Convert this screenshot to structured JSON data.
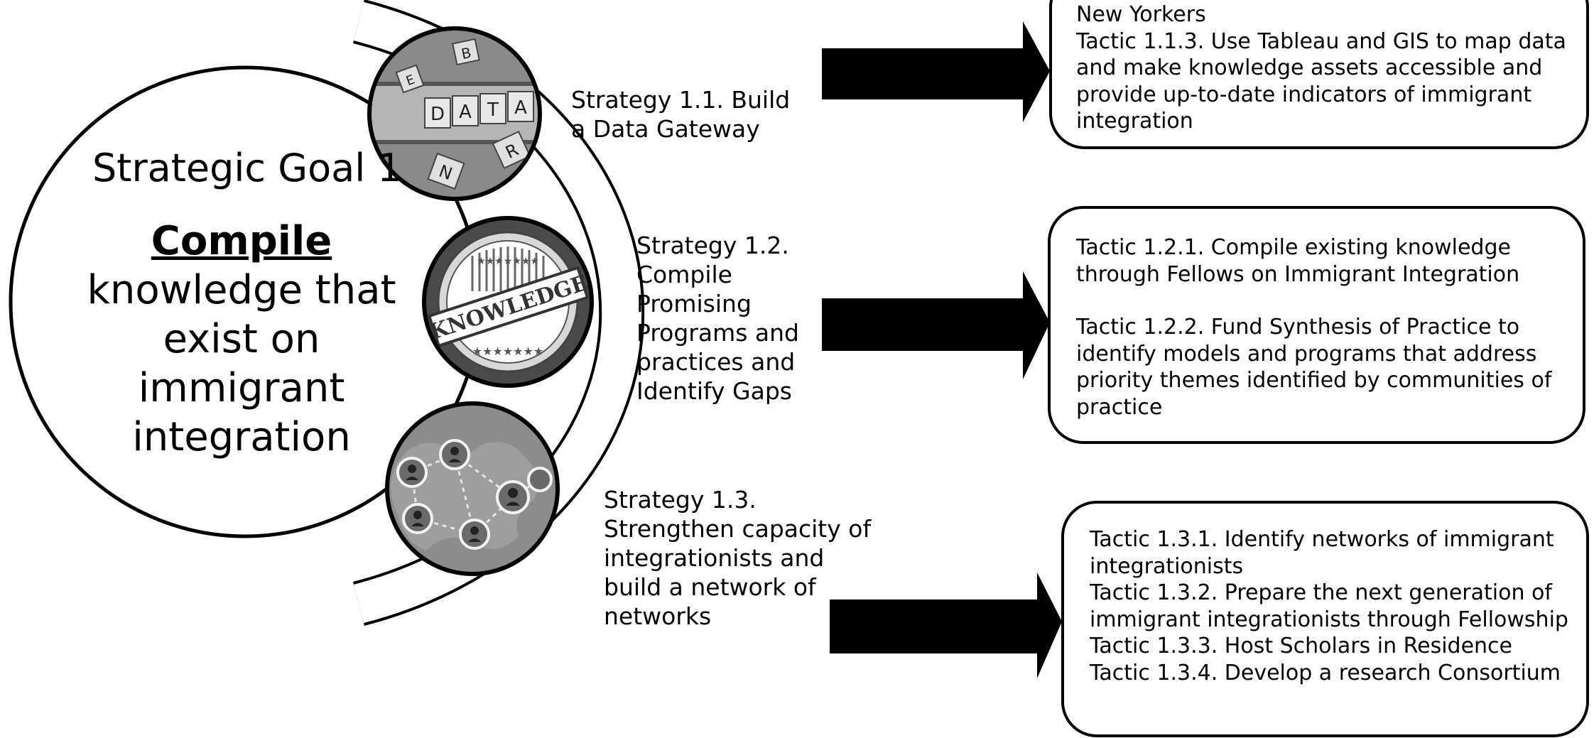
{
  "goal": {
    "title": "Strategic Goal 1",
    "verb": "Compile",
    "rest": "knowledge that exist on immigrant integration"
  },
  "strategies": [
    {
      "label": "Strategy 1.1. Build a Data Gateway",
      "icon": "data-scrabble-tiles-photo",
      "icon_text": [
        "D",
        "A",
        "T",
        "A",
        "B",
        "E",
        "N",
        "R"
      ]
    },
    {
      "label": "Strategy 1.2. Compile Promising Programs and practices and Identify Gaps",
      "icon": "knowledge-stamp-seal",
      "icon_text": "KNOWLEDGE"
    },
    {
      "label": "Strategy 1.3. Strengthen capacity of integrationists and build a network of networks",
      "icon": "network-of-people-map"
    }
  ],
  "tactic_boxes": [
    {
      "lines": [
        "New Yorkers",
        "Tactic 1.1.3.  Use Tableau and GIS to map data and make knowledge assets accessible and provide up-to-date indicators of immigrant integration"
      ]
    },
    {
      "lines": [
        "Tactic 1.2.1. Compile existing knowledge through Fellows on Immigrant Integration",
        "Tactic 1.2.2. Fund Synthesis of Practice to identify models and programs that address priority themes identified by communities of practice"
      ]
    },
    {
      "lines": [
        "Tactic 1.3.1. Identify networks of immigrant integrationists",
        "Tactic 1.3.2. Prepare the next generation of immigrant integrationists through Fellowship",
        "Tactic 1.3.3. Host Scholars in Residence",
        "Tactic 1.3.4. Develop a research Consortium"
      ]
    }
  ]
}
